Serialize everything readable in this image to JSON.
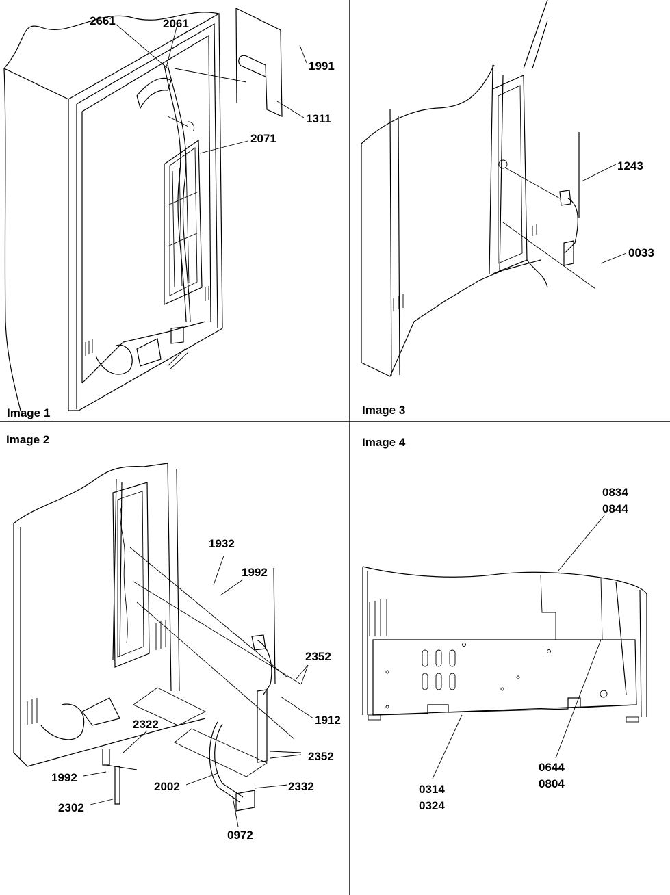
{
  "panels": {
    "image1": {
      "title": "Image 1",
      "labels": [
        "2661",
        "2061",
        "1991",
        "1311",
        "2071"
      ]
    },
    "image2": {
      "title": "Image 2",
      "labels": [
        "1932",
        "1992",
        "2352",
        "1912",
        "2322",
        "2352",
        "1992",
        "2002",
        "2332",
        "2302",
        "0972"
      ]
    },
    "image3": {
      "title": "Image 3",
      "labels": [
        "1243",
        "0033"
      ]
    },
    "image4": {
      "title": "Image 4",
      "labels": [
        "0834",
        "0844",
        "0644",
        "0804",
        "0314",
        "0324"
      ]
    }
  }
}
